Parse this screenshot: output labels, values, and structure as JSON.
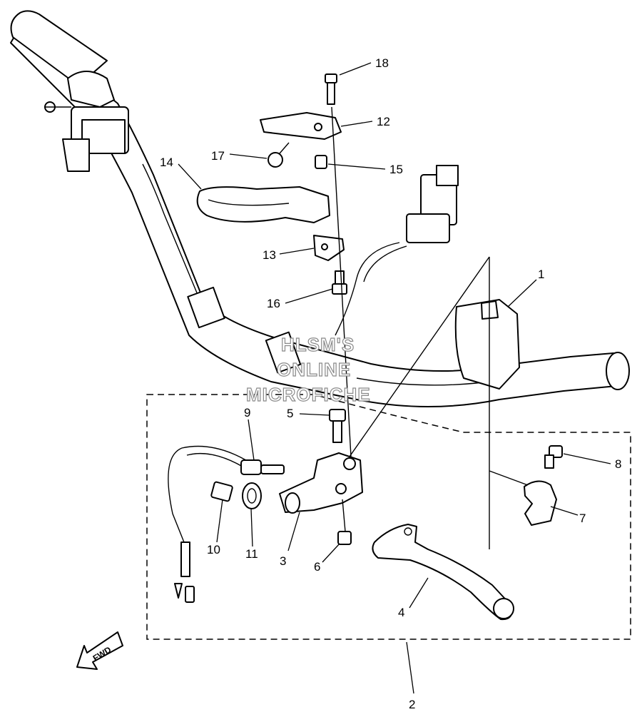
{
  "callouts": [
    {
      "id": "c1",
      "label": "1"
    },
    {
      "id": "c2",
      "label": "2"
    },
    {
      "id": "c3",
      "label": "3"
    },
    {
      "id": "c4",
      "label": "4"
    },
    {
      "id": "c5",
      "label": "5"
    },
    {
      "id": "c6",
      "label": "6"
    },
    {
      "id": "c7",
      "label": "7"
    },
    {
      "id": "c8",
      "label": "8"
    },
    {
      "id": "c9",
      "label": "9"
    },
    {
      "id": "c10",
      "label": "10"
    },
    {
      "id": "c11",
      "label": "11"
    },
    {
      "id": "c12",
      "label": "12"
    },
    {
      "id": "c13",
      "label": "13"
    },
    {
      "id": "c14",
      "label": "14"
    },
    {
      "id": "c15",
      "label": "15"
    },
    {
      "id": "c16",
      "label": "16"
    },
    {
      "id": "c17",
      "label": "17"
    },
    {
      "id": "c18",
      "label": "18"
    }
  ],
  "watermark": {
    "line1": "HLSM'S",
    "line2": "ONLINE",
    "line3": "MICROFICHE"
  },
  "direction_marker": {
    "text": "FWD"
  },
  "colors": {
    "ink": "#000000",
    "watermark_outline": "#8a8a8a"
  }
}
